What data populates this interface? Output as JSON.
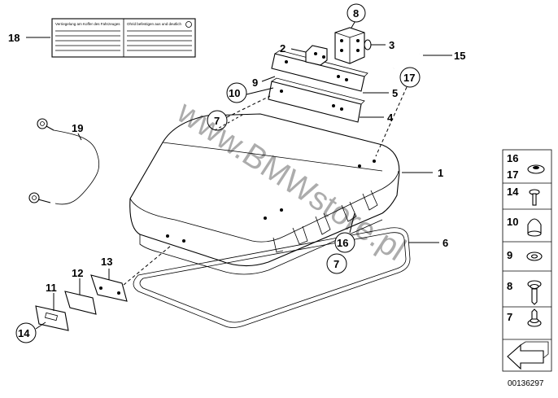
{
  "diagram_id": "00136297",
  "watermark": "www.BMWstore.pl",
  "decal_text_left": "Verriegelung am Koffer des Fahrzeuges",
  "decal_text_right": "Ohrid befestigen aus und deutlich",
  "callouts": [
    "1",
    "2",
    "3",
    "4",
    "5",
    "6",
    "7",
    "8",
    "9",
    "10",
    "11",
    "12",
    "13",
    "14",
    "15",
    "16",
    "17",
    "18",
    "19"
  ],
  "callouts_circled": [
    "7",
    "8",
    "10",
    "14",
    "16",
    "17"
  ],
  "legend": [
    {
      "label": "16\n17",
      "part": "rubber-washer"
    },
    {
      "label": "14",
      "part": "screw"
    },
    {
      "label": "10",
      "part": "cap-nut"
    },
    {
      "label": "9",
      "part": "washer"
    },
    {
      "label": "8",
      "part": "screw-with-washer"
    },
    {
      "label": "7",
      "part": "screw-with-washer"
    }
  ],
  "legend_labels": {
    "l16": "16",
    "l17": "17",
    "l14": "14",
    "l10": "10",
    "l9": "9",
    "l8": "8",
    "l7": "7"
  },
  "labels": {
    "c1": "1",
    "c2": "2",
    "c3": "3",
    "c4": "4",
    "c5": "5",
    "c6": "6",
    "c7a": "7",
    "c7b": "7",
    "c8": "8",
    "c9": "9",
    "c10": "10",
    "c11": "11",
    "c12": "12",
    "c13": "13",
    "c14": "14",
    "c15": "15",
    "c16": "16",
    "c17": "17",
    "c18": "18",
    "c19": "19"
  }
}
